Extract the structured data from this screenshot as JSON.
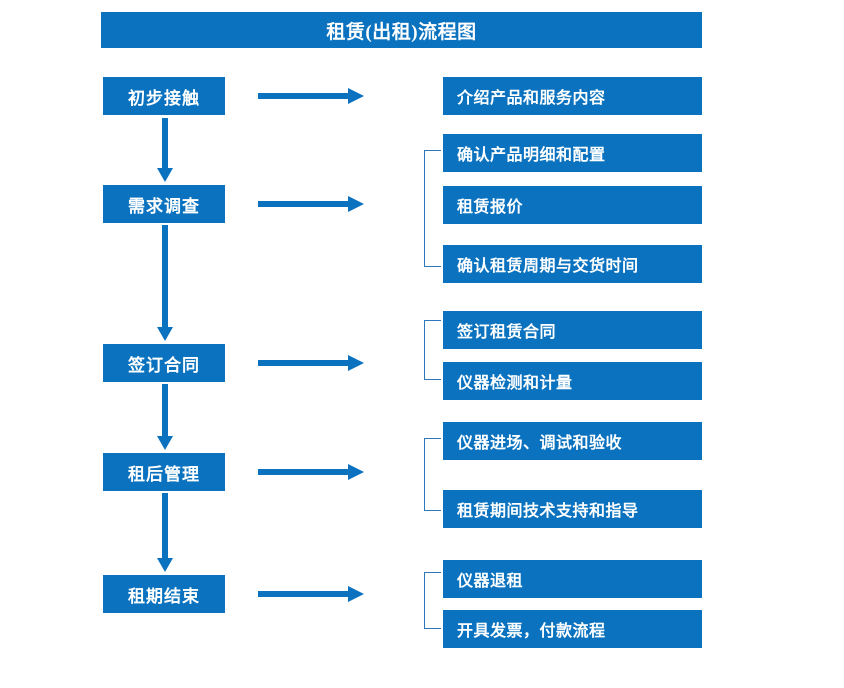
{
  "title": "租赁(出租)流程图",
  "stages": [
    {
      "label": "初步接触"
    },
    {
      "label": "需求调查"
    },
    {
      "label": "签订合同"
    },
    {
      "label": "租后管理"
    },
    {
      "label": "租期结束"
    }
  ],
  "details": [
    {
      "label": "介绍产品和服务内容"
    },
    {
      "label": "确认产品明细和配置"
    },
    {
      "label": "租赁报价"
    },
    {
      "label": "确认租赁周期与交货时间"
    },
    {
      "label": "签订租赁合同"
    },
    {
      "label": "仪器检测和计量"
    },
    {
      "label": "仪器进场、调试和验收"
    },
    {
      "label": "租赁期间技术支持和指导"
    },
    {
      "label": "仪器退租"
    },
    {
      "label": "开具发票，付款流程"
    }
  ],
  "colors": {
    "box_fill": "#0a72bf",
    "box_text": "#ffffff",
    "arrow": "#0a72bf",
    "bracket": "#2d78bd",
    "background": "#ffffff"
  },
  "icons": {
    "right_arrow": "right-arrow-icon",
    "down_arrow": "down-arrow-icon",
    "group_bracket": "group-bracket-icon"
  }
}
